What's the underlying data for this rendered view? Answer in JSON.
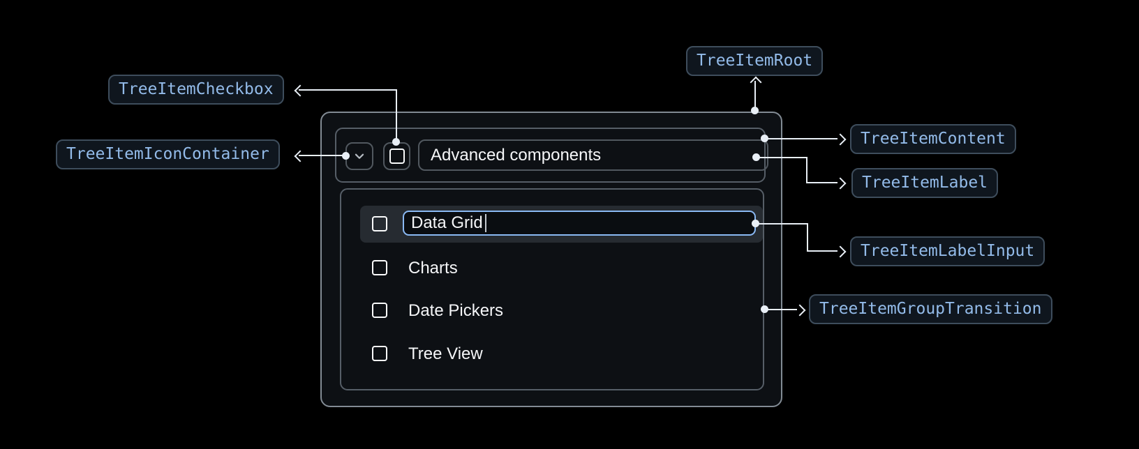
{
  "diagram": {
    "annotations": {
      "root": "TreeItemRoot",
      "checkbox": "TreeItemCheckbox",
      "icon_container": "TreeItemIconContainer",
      "content": "TreeItemContent",
      "label": "TreeItemLabel",
      "label_input": "TreeItemLabelInput",
      "group_transition": "TreeItemGroupTransition"
    }
  },
  "tree": {
    "parent_item": {
      "label": "Advanced components",
      "expand_icon": "chevron-down-icon",
      "checkbox_checked": false
    },
    "editing_item": {
      "value": "Data Grid",
      "checkbox_checked": false
    },
    "items": [
      {
        "label": "Charts",
        "checkbox_checked": false
      },
      {
        "label": "Date Pickers",
        "checkbox_checked": false
      },
      {
        "label": "Tree View",
        "checkbox_checked": false
      }
    ]
  },
  "colors": {
    "page_background": "#000000",
    "component_background": "#0d1014",
    "root_border": "#828b94",
    "container_border": "#565e67",
    "small_box_border": "#51585f",
    "edit_row_background": "#262b31",
    "input_focus_border": "#8ab9f4",
    "badge_background": "#0f161e",
    "badge_border": "#3e4d5c",
    "badge_text": "#93bbe9",
    "connector": "#e9eff6",
    "text": "#f5f6f8"
  }
}
